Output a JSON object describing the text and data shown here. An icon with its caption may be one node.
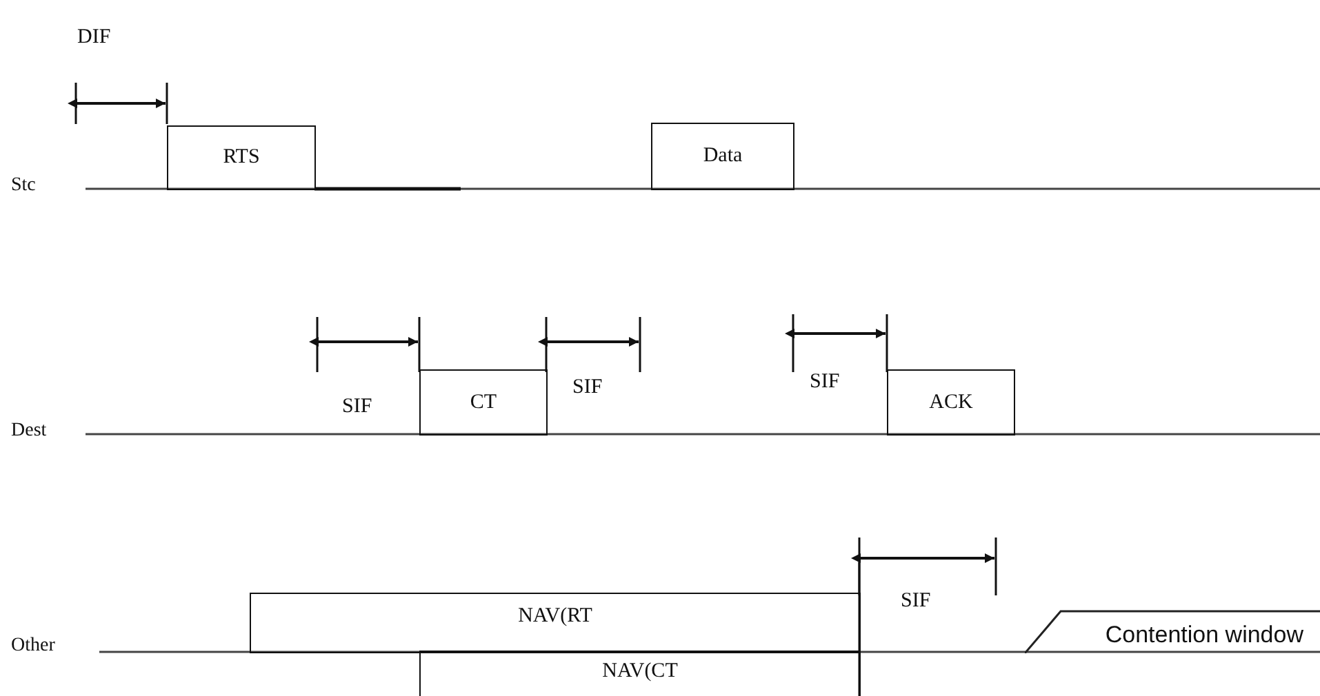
{
  "diagram": {
    "nodes": [
      {
        "text": [
          "RTS"
        ]
      },
      {
        "text": [
          "Data"
        ]
      },
      {
        "text": [
          "CT"
        ]
      },
      {
        "text": [
          "ACK"
        ]
      },
      {
        "text": [
          "NAV(RT"
        ]
      },
      {
        "text": [
          "Contention window"
        ]
      },
      {
        "text": [
          "NAV(CT"
        ]
      }
    ],
    "labels": [
      "DIF",
      "Stc",
      "SIF",
      "SIF",
      "SIF",
      "Dest",
      "SIF",
      "Other"
    ]
  }
}
